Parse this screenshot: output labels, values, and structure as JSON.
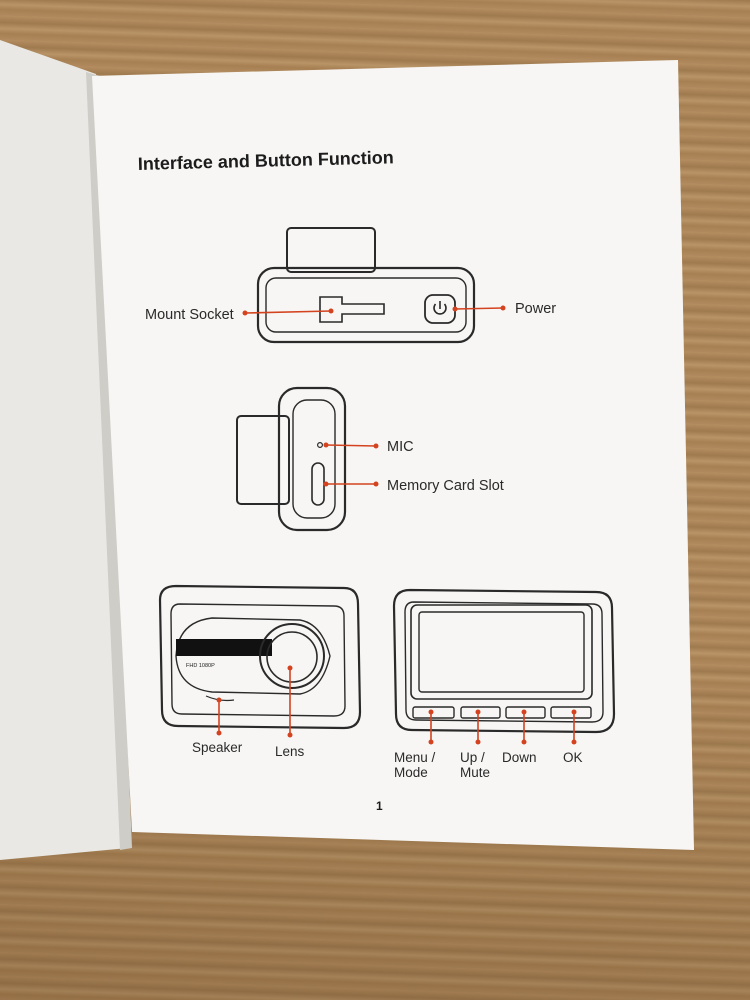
{
  "page": {
    "title": "Interface and Button Function",
    "page_number": "1"
  },
  "callouts": {
    "mount_socket": "Mount Socket",
    "power": "Power",
    "mic": "MIC",
    "memory_card_slot": "Memory Card Slot",
    "speaker": "Speaker",
    "lens": "Lens",
    "menu_mode_line1": "Menu /",
    "menu_mode_line2": "Mode",
    "up_mute_line1": "Up /",
    "up_mute_line2": "Mute",
    "down": "Down",
    "ok": "OK"
  },
  "device": {
    "front_badge": "FHD 1080P"
  },
  "icons": {
    "power": "power-icon"
  },
  "colors": {
    "callout": "#d4431f",
    "paper": "#f7f6f4",
    "ink": "#2a2a2a"
  }
}
